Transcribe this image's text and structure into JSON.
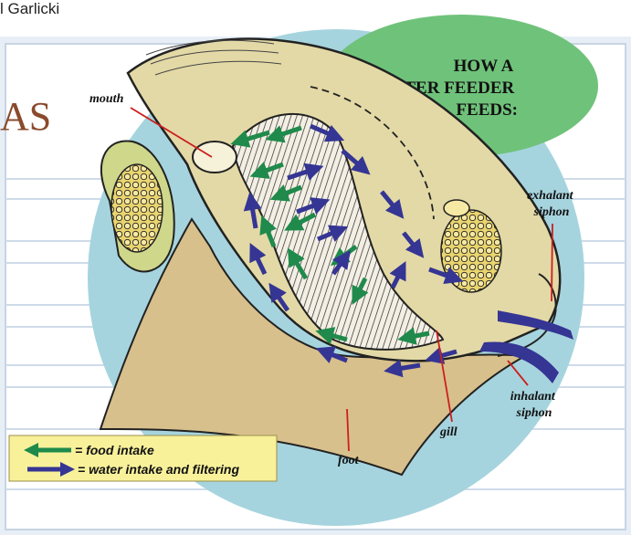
{
  "credit": "l Garlicki",
  "heading_fragment": "AS",
  "title_lines": [
    "HOW A",
    "FILTER FEEDER",
    "FEEDS:"
  ],
  "labels": {
    "mouth": "mouth",
    "exhalant": [
      "exhalant",
      "siphon"
    ],
    "inhalant": [
      "inhalant",
      "siphon"
    ],
    "gill": "gill",
    "foot": "foot"
  },
  "legend": {
    "food": "= food intake",
    "water": "= water intake and filtering"
  },
  "colors": {
    "background_circle": "#a6d4de",
    "title_ellipse": "#6fc27a",
    "food_arrow": "#1f8a4b",
    "water_arrow": "#353594",
    "legend_box": "#f8f19a",
    "label_line": "#cc1f1f",
    "shell": "#e3d9a6",
    "foot": "#d8c08c",
    "gland": "#e8d060"
  }
}
